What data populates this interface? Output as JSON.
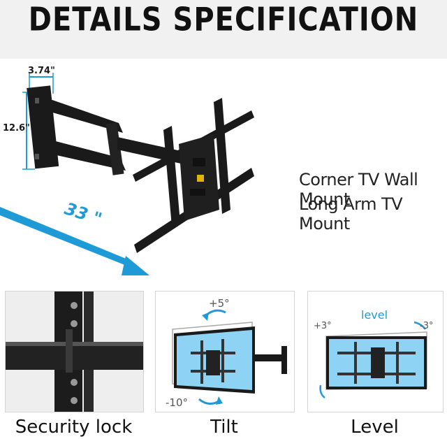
{
  "header": {
    "title": "DETAILS  SPECIFICATION"
  },
  "dimensions": {
    "width": "3.74\"",
    "height": "12.6\"",
    "extension": "33 \""
  },
  "description": {
    "line1": "Corner TV Wall Mount",
    "line2": "Long Arm TV Mount"
  },
  "panels": [
    {
      "caption": "Security lock"
    },
    {
      "caption": "Tilt",
      "up_label": "+5°",
      "down_label": "-10°"
    },
    {
      "caption": "Level",
      "top_label": "level",
      "left_label": "+3°",
      "right_label": "-3°"
    }
  ],
  "colors": {
    "accent_blue": "#1e9bd7",
    "screen_blue": "#8fd3f4",
    "mount_black": "#1a1a1a"
  }
}
